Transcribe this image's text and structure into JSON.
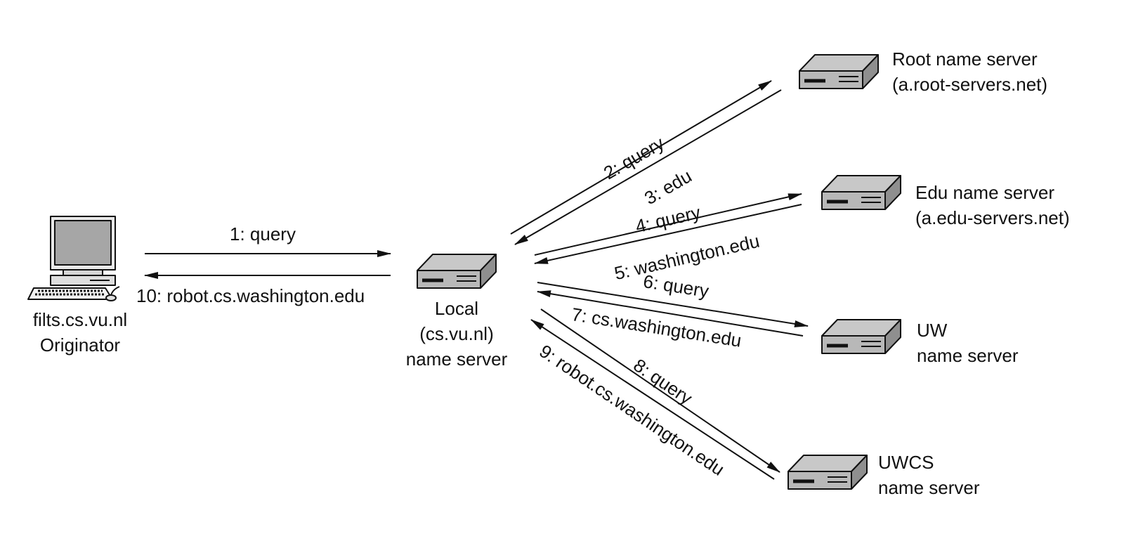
{
  "nodes": {
    "originator": {
      "host": "filts.cs.vu.nl",
      "role": "Originator",
      "icon": "computer-icon"
    },
    "local": {
      "line1": "Local",
      "line2": "(cs.vu.nl)",
      "line3": "name server",
      "icon": "server-icon"
    },
    "root": {
      "line1": "Root name server",
      "line2": "(a.root-servers.net)",
      "icon": "server-icon"
    },
    "edu": {
      "line1": "Edu name server",
      "line2": "(a.edu-servers.net)",
      "icon": "server-icon"
    },
    "uw": {
      "line1": "UW",
      "line2": "name server",
      "icon": "server-icon"
    },
    "uwcs": {
      "line1": "UWCS",
      "line2": "name server",
      "icon": "server-icon"
    }
  },
  "messages": [
    {
      "step": 1,
      "label": "1: query"
    },
    {
      "step": 2,
      "label": "2: query"
    },
    {
      "step": 3,
      "label": "3: edu"
    },
    {
      "step": 4,
      "label": "4: query"
    },
    {
      "step": 5,
      "label": "5: washington.edu"
    },
    {
      "step": 6,
      "label": "6: query"
    },
    {
      "step": 7,
      "label": "7: cs.washington.edu"
    },
    {
      "step": 8,
      "label": "8: query"
    },
    {
      "step": 9,
      "label": "9: robot.cs.washington.edu"
    },
    {
      "step": 10,
      "label": "10: robot.cs.washington.edu"
    }
  ],
  "colors": {
    "line": "#111111",
    "server_top": "#c8c8c8",
    "server_front": "#b8b8b8",
    "server_side": "#8f8f8f",
    "screen": "#a6a6a6"
  }
}
